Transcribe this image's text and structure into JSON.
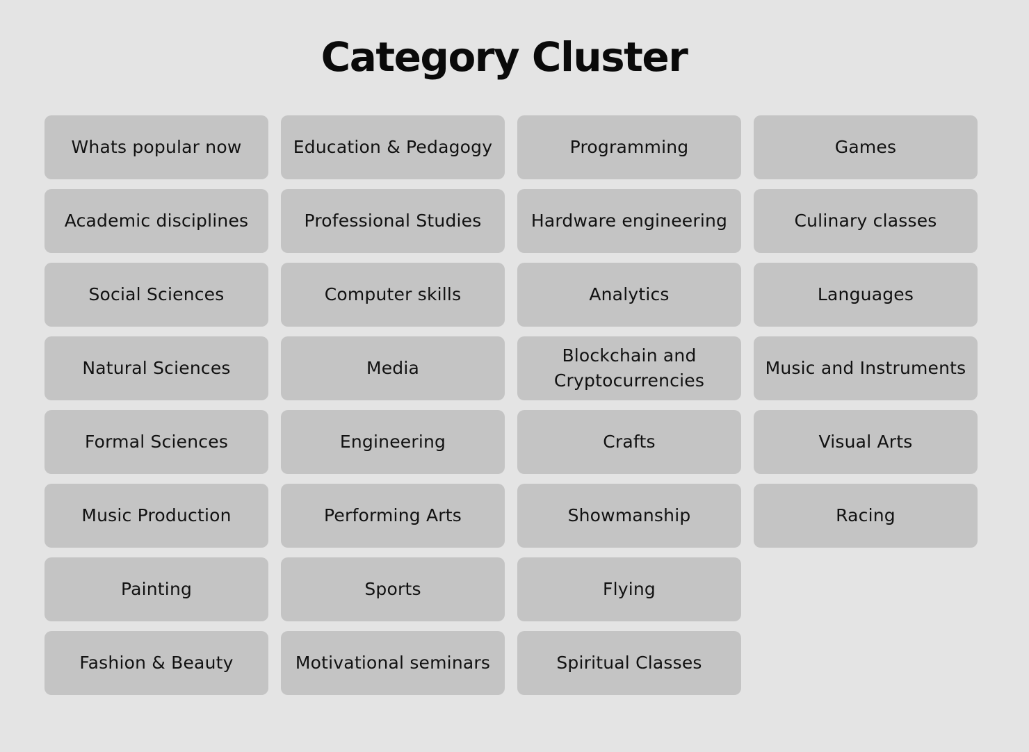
{
  "page": {
    "title": "Category Cluster"
  },
  "colors": {
    "background": "#e4e4e4",
    "tile": "#c4c4c4",
    "text": "#111111"
  },
  "columns": [
    [
      "Whats popular now",
      "Academic disciplines",
      "Social Sciences",
      "Natural Sciences",
      "Formal Sciences",
      "Music Production",
      "Painting",
      "Fashion & Beauty"
    ],
    [
      "Education & Pedagogy",
      "Professional Studies",
      "Computer skills",
      "Media",
      "Engineering",
      "Performing Arts",
      "Sports",
      "Motivational seminars"
    ],
    [
      "Programming",
      "Hardware engineering",
      "Analytics",
      "Blockchain and Cryptocurrencies",
      "Crafts",
      "Showmanship",
      "Flying",
      "Spiritual Classes"
    ],
    [
      "Games",
      "Culinary classes",
      "Languages",
      "Music and Instruments",
      "Visual Arts",
      "Racing"
    ]
  ]
}
